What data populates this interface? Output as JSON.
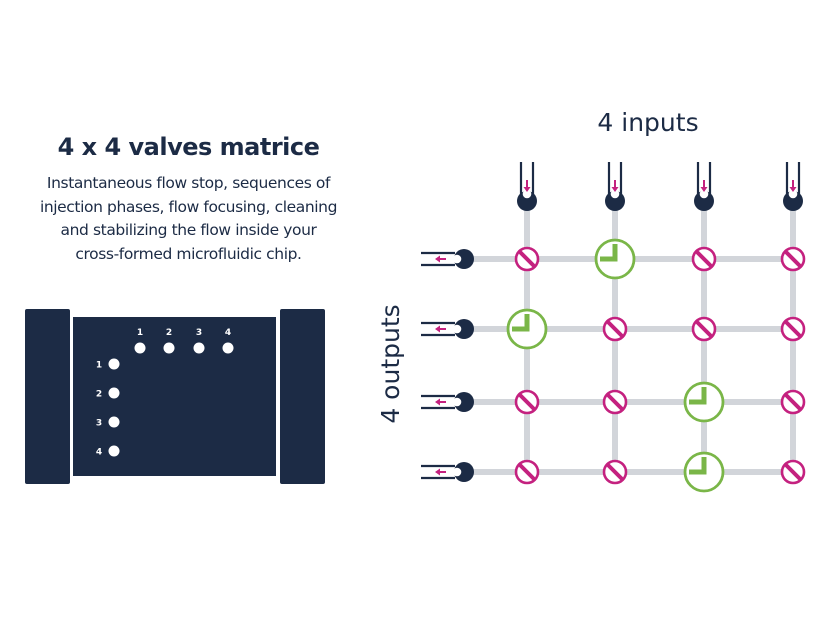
{
  "heading": "4 x 4 valves matrice",
  "description": [
    "Instantaneous flow stop, sequences of",
    "injection phases, flow focusing, cleaning",
    "and stabilizing the flow inside your",
    "cross-formed microfluidic chip."
  ],
  "chip": {
    "column_labels": [
      "1",
      "2",
      "3",
      "4"
    ],
    "row_labels": [
      "1",
      "2",
      "3",
      "4"
    ]
  },
  "matrix": {
    "inputs_label": "4 inputs",
    "outputs_label": "4 outputs",
    "open_valves": [
      [
        0,
        1
      ],
      [
        1,
        0
      ],
      [
        2,
        2
      ],
      [
        3,
        2
      ]
    ],
    "colors": {
      "navy": "#1c2b45",
      "grid": "#d2d5da",
      "closed_valve": "#c4217f",
      "open_valve": "#7ab648"
    }
  }
}
